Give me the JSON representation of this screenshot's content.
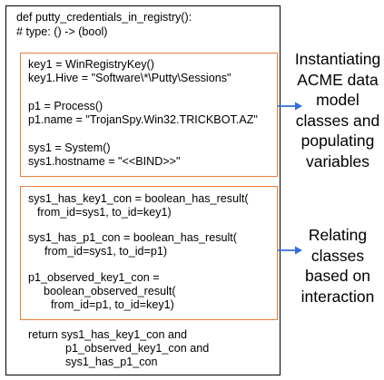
{
  "function": {
    "signature": "def putty_credentials_in_registry():",
    "type_comment": "# type: () -> (bool)"
  },
  "instantiation_block": {
    "lines": [
      "key1 = WinRegistryKey()",
      "key1.Hive = \"Software\\*\\Putty\\Sessions\"",
      "p1 = Process()",
      "p1.name = \"TrojanSpy.Win32.TRICKBOT.AZ\"",
      "sys1 = System()",
      "sys1.hostname = \"<<BIND>>\""
    ]
  },
  "relation_block": {
    "lines": [
      "sys1_has_key1_con = boolean_has_result(",
      "from_id=sys1, to_id=key1)",
      "sys1_has_p1_con = boolean_has_result(",
      "from_id=sys1, to_id=p1)",
      "p1_observed_key1_con =",
      "boolean_observed_result(",
      "from_id=p1, to_id=key1)"
    ]
  },
  "return_block": {
    "lines": [
      "return sys1_has_key1_con and",
      "p1_observed_key1_con and",
      "sys1_has_p1_con"
    ]
  },
  "annotations": {
    "top": [
      "Instantiating",
      "ACME data",
      "model",
      "classes and",
      "populating",
      "variables"
    ],
    "bottom": [
      "Relating",
      "classes",
      "based on",
      "interaction"
    ]
  },
  "colors": {
    "box_border": "#e97d3c",
    "arrow": "#2f6fd6",
    "frame_border": "#000000"
  }
}
